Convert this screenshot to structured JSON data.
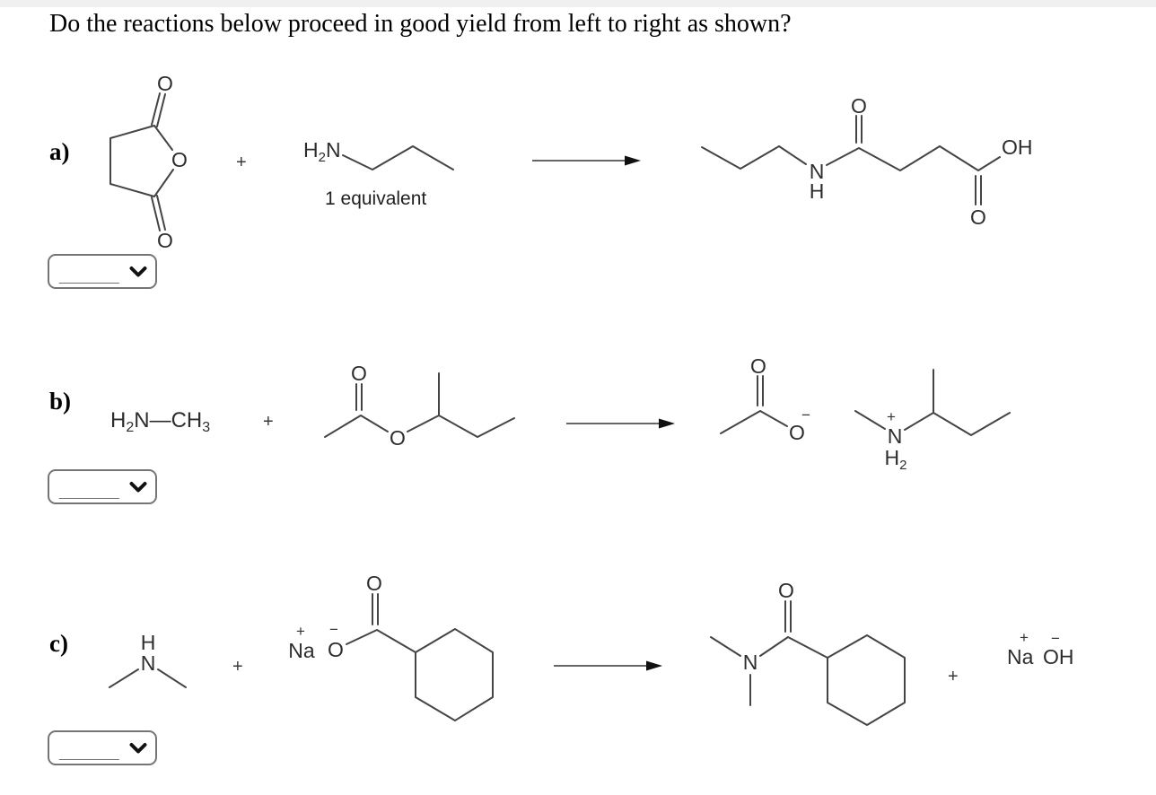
{
  "page": {
    "title": "Do the reactions below proceed in good yield from left to right as shown?"
  },
  "symbols": {
    "plus": "+",
    "minus": "−",
    "oxygen": "O",
    "nitrogen": "N",
    "hydrogen": "H",
    "sodium": "Na",
    "hydroxyl": "OH",
    "ch": "CH",
    "sub2": "2",
    "sub3": "3",
    "bond_dash": "—"
  },
  "dropdown": {
    "blank": "________"
  },
  "reactions": {
    "a": {
      "label": "a)",
      "note": "1 equivalent"
    },
    "b": {
      "label": "b)"
    },
    "c": {
      "label": "c)"
    }
  }
}
